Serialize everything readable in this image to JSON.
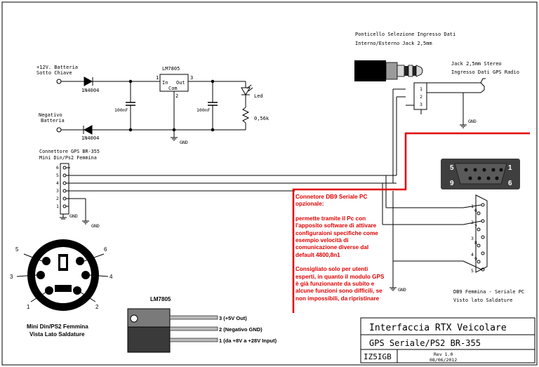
{
  "jumper": {
    "line1": "Ponticello Selezione Ingresso Dati",
    "line2": "Interno/Esterno Jack 2,5mm"
  },
  "jack": {
    "line1": "Jack 2,5mm Stereo",
    "line2": "Ingresso Dati GPS Radio",
    "pins": [
      "1",
      "2",
      "3"
    ]
  },
  "inputs": {
    "battery_line1": "+12V. Batteria",
    "battery_line2": "Sotto Chiave",
    "negative_line1": "Negativo",
    "negative_line2": "Batteria"
  },
  "components": {
    "diode1": "1N4004",
    "diode2": "1N4004",
    "regulator": "LM7805",
    "reg_in": "In",
    "reg_out": "Out",
    "reg_com": "Com",
    "reg_pin_in": "1",
    "reg_pin_out": "3",
    "reg_pin_com": "2",
    "cap1": "100nF",
    "cap2": "100nF",
    "led": "Led",
    "resistor": "0,56k"
  },
  "gnd": "GND",
  "gps_connector": {
    "line1": "Connettore GPS BR-355",
    "line2": "Mini Din/Ps2 Femmina",
    "pins": [
      "6",
      "5",
      "4",
      "3",
      "2",
      "1"
    ]
  },
  "db9_photo": {
    "pins": [
      "5",
      "1",
      "9",
      "6"
    ]
  },
  "db9": {
    "pins": [
      "1",
      "6",
      "2",
      "7",
      "3",
      "8",
      "4",
      "9",
      "5"
    ],
    "line1": "DB9 Femmina - Seriale PC",
    "line2": "Visto lato Saldature"
  },
  "minidin": {
    "pins": [
      "5",
      "6",
      "3",
      "4",
      "1",
      "2"
    ],
    "caption1": "Mini Din/PS2 Femmina",
    "caption2": "Vista Lato Saldature"
  },
  "lm_package": {
    "title": "LM7805",
    "pin3": "3  (+5V Out)",
    "pin2": "2  (Negativo GND)",
    "pin1": "1  (da +8V a +28V Input)"
  },
  "note": {
    "title": "Connetore DB9 Seriale PC opzionale:",
    "body": "permette tramite il Pc con l'apposito software di attivare configuraioni specifiche come esempio velocità di comunicazione diverse dal default 4800,8n1",
    "warning": "Consigliato solo per utenti esperti, in quanto il modulo GPS è già funzionante da subito e alcune funzioni sono difficili, se non impossibili, da ripristinare"
  },
  "title_block": {
    "title": "Interfaccia RTX Veicolare",
    "subtitle": "GPS Seriale/PS2  BR-355",
    "author": "IZ5IGB",
    "rev": "Rev 1.0",
    "date": "08/06/2012"
  },
  "colors": {
    "wire": "#000000",
    "highlight": "#e00000"
  }
}
